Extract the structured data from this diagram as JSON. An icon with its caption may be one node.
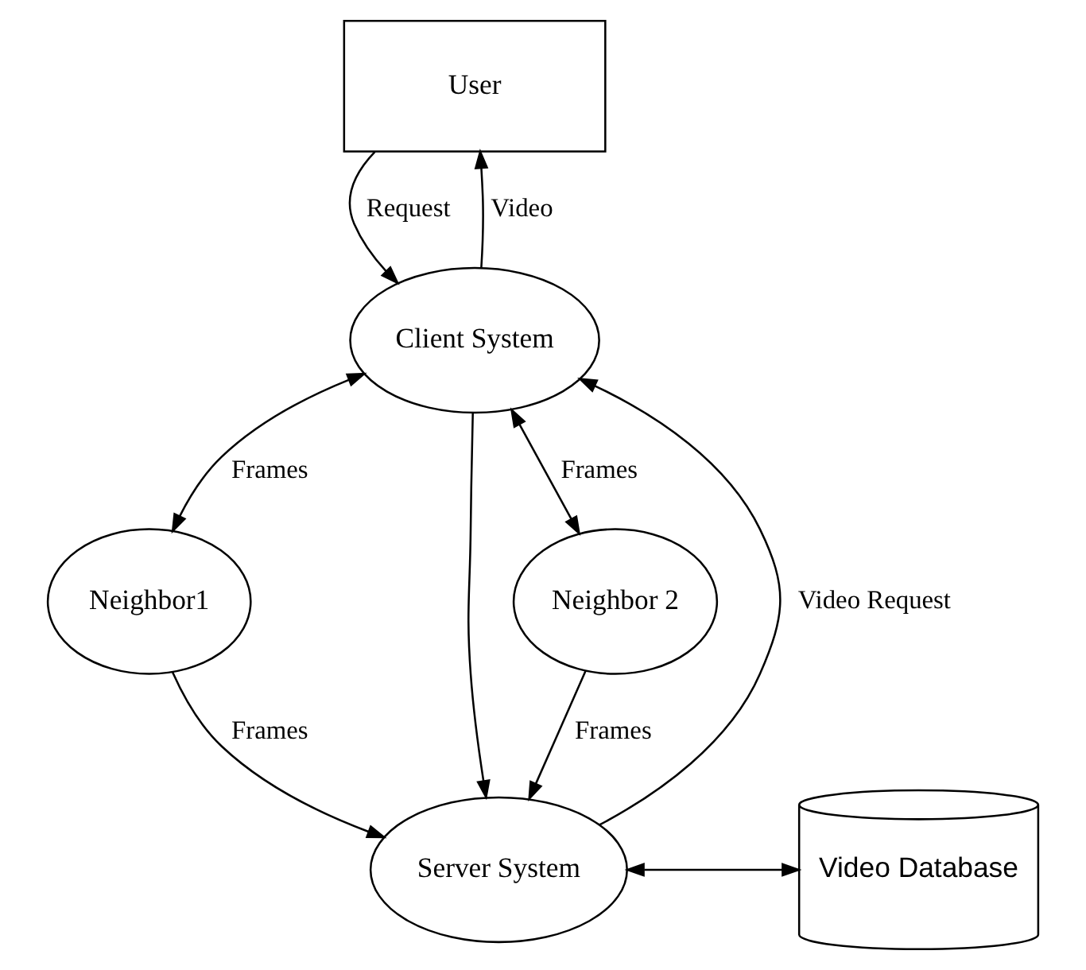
{
  "diagram": {
    "nodes": [
      {
        "text": [
          "User"
        ]
      },
      {
        "text": [
          "Client System"
        ]
      },
      {
        "text": [
          "Neighbor1"
        ]
      },
      {
        "text": [
          "Server System"
        ]
      },
      {
        "text": [
          "Neighbor 2"
        ]
      },
      {
        "text": [
          "Video Database"
        ]
      }
    ],
    "edges": [
      {
        "from": 1,
        "to": 0,
        "arrow": "to",
        "label": "Video"
      },
      {
        "from": 0,
        "to": 1,
        "arrow": "to",
        "label": "Request"
      },
      {
        "from": 1,
        "to": 3,
        "arrow": "to"
      },
      {
        "from": 3,
        "to": 1,
        "arrow": "to",
        "label": "Video Request"
      },
      {
        "from": 1,
        "to": 2,
        "arrow": "both",
        "label": "Frames"
      },
      {
        "from": 2,
        "to": 3,
        "arrow": "to",
        "label": "Frames"
      },
      {
        "from": 4,
        "to": 3,
        "arrow": "to",
        "label": "Frames"
      },
      {
        "from": 3,
        "to": 5,
        "arrow": "both"
      },
      {
        "from": 1,
        "to": 4,
        "arrow": "both",
        "label": "Frames"
      }
    ]
  }
}
